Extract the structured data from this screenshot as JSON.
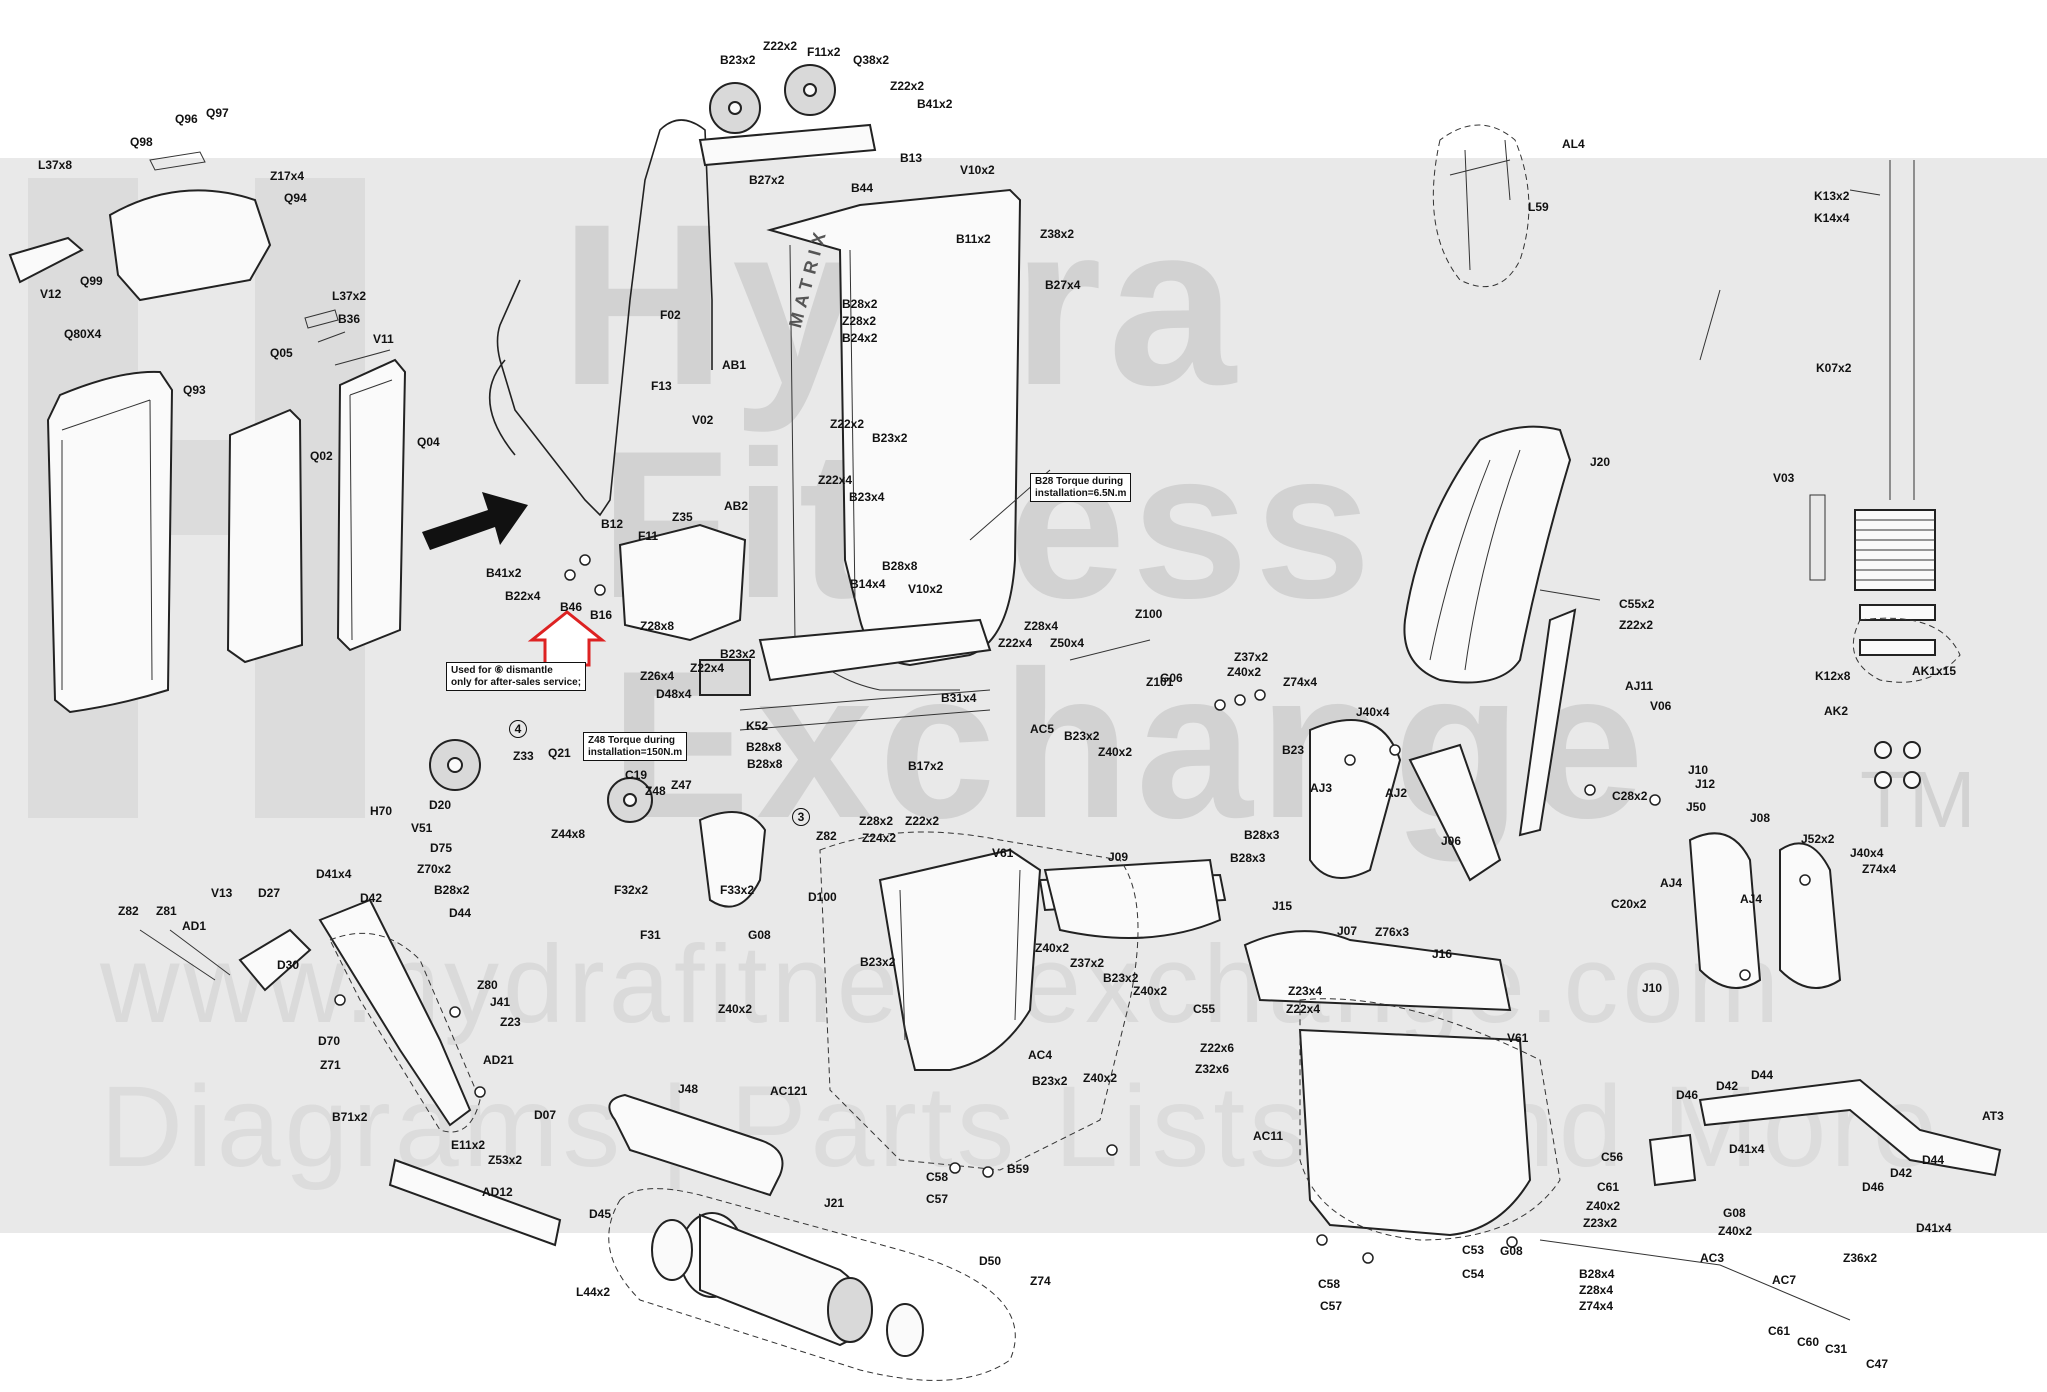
{
  "watermark": {
    "line1": "Hydra",
    "line2": "Fitness",
    "line3": "Exchange",
    "tm": "TM",
    "url": "www.hydrafitnessexchange.com",
    "tagline": "Diagrams | Parts Lists | And More"
  },
  "brand_text": "MATRIX",
  "notes": {
    "b28_torque": [
      "B28 Torque during",
      "installation=6.5N.m"
    ],
    "used_for": [
      "Used for ⑥ dismantle",
      "only for after-sales service;"
    ],
    "z48_torque": [
      "Z48 Torque during",
      "installation=150N.m"
    ]
  },
  "callouts": {
    "c4": "4",
    "c3": "3"
  },
  "labels": [
    {
      "id": "l1",
      "text": "Z22x2"
    },
    {
      "id": "l2",
      "text": "F11x2"
    },
    {
      "id": "l3",
      "text": "B23x2"
    },
    {
      "id": "l4",
      "text": "Q38x2"
    },
    {
      "id": "l5",
      "text": "Z22x2"
    },
    {
      "id": "l6",
      "text": "B41x2"
    },
    {
      "id": "l7",
      "text": "B13"
    },
    {
      "id": "l8",
      "text": "Q96"
    },
    {
      "id": "l9",
      "text": "Q97"
    },
    {
      "id": "l10",
      "text": "Q98"
    },
    {
      "id": "l11",
      "text": "L37x8"
    },
    {
      "id": "l12",
      "text": "Z17x4"
    },
    {
      "id": "l13",
      "text": "Q94"
    },
    {
      "id": "l14",
      "text": "V12"
    },
    {
      "id": "l15",
      "text": "Q99"
    },
    {
      "id": "l16",
      "text": "Q80X4"
    },
    {
      "id": "l17",
      "text": "L37x2"
    },
    {
      "id": "l18",
      "text": "B36"
    },
    {
      "id": "l19",
      "text": "Q05"
    },
    {
      "id": "l20",
      "text": "V11"
    },
    {
      "id": "l21",
      "text": "Q93"
    },
    {
      "id": "l22",
      "text": "Q02"
    },
    {
      "id": "l23",
      "text": "Q04"
    },
    {
      "id": "l24",
      "text": "B27x2"
    },
    {
      "id": "l25",
      "text": "B44"
    },
    {
      "id": "l26",
      "text": "V10x2"
    },
    {
      "id": "l27",
      "text": "B11x2"
    },
    {
      "id": "l28",
      "text": "Z38x2"
    },
    {
      "id": "l29",
      "text": "B27x4"
    },
    {
      "id": "l30",
      "text": "F02"
    },
    {
      "id": "l31",
      "text": "B28x2"
    },
    {
      "id": "l32",
      "text": "Z28x2"
    },
    {
      "id": "l33",
      "text": "B24x2"
    },
    {
      "id": "l34",
      "text": "F13"
    },
    {
      "id": "l35",
      "text": "AB1"
    },
    {
      "id": "l36",
      "text": "V02"
    },
    {
      "id": "l37",
      "text": "Z22x2"
    },
    {
      "id": "l38",
      "text": "B23x2"
    },
    {
      "id": "l39",
      "text": "Z22x4"
    },
    {
      "id": "l40",
      "text": "B23x4"
    },
    {
      "id": "l41",
      "text": "B12"
    },
    {
      "id": "l42",
      "text": "F11"
    },
    {
      "id": "l43",
      "text": "Z35"
    },
    {
      "id": "l44",
      "text": "AB2"
    },
    {
      "id": "l45",
      "text": "B41x2"
    },
    {
      "id": "l46",
      "text": "B22x4"
    },
    {
      "id": "l47",
      "text": "B46"
    },
    {
      "id": "l48",
      "text": "B16"
    },
    {
      "id": "l49",
      "text": "B28x8"
    },
    {
      "id": "l50",
      "text": "B14x4"
    },
    {
      "id": "l51",
      "text": "V10x2"
    },
    {
      "id": "l52",
      "text": "Z28x8"
    },
    {
      "id": "l53",
      "text": "B23x2"
    },
    {
      "id": "l54",
      "text": "Z22x4"
    },
    {
      "id": "l55",
      "text": "Z26x4"
    },
    {
      "id": "l56",
      "text": "D48x4"
    },
    {
      "id": "l57",
      "text": "K52"
    },
    {
      "id": "l58",
      "text": "B28x8"
    },
    {
      "id": "l59",
      "text": "B28x8"
    },
    {
      "id": "l60",
      "text": "B31x4"
    },
    {
      "id": "l61",
      "text": "B17x2"
    },
    {
      "id": "l62",
      "text": "Z100"
    },
    {
      "id": "l63",
      "text": "Z28x4"
    },
    {
      "id": "l64",
      "text": "Z22x4"
    },
    {
      "id": "l65",
      "text": "Z50x4"
    },
    {
      "id": "l66",
      "text": "Z37x2"
    },
    {
      "id": "l67",
      "text": "G06"
    },
    {
      "id": "l68",
      "text": "Z40x2"
    },
    {
      "id": "l69",
      "text": "Z101"
    },
    {
      "id": "l70",
      "text": "AC5"
    },
    {
      "id": "l71",
      "text": "B23x2"
    },
    {
      "id": "l72",
      "text": "Z40x2"
    },
    {
      "id": "l73",
      "text": "AL4"
    },
    {
      "id": "l74",
      "text": "L59"
    },
    {
      "id": "l75",
      "text": "K13x2"
    },
    {
      "id": "l76",
      "text": "K14x4"
    },
    {
      "id": "l77",
      "text": "K07x2"
    },
    {
      "id": "l78",
      "text": "V03"
    },
    {
      "id": "l79",
      "text": "AK1x15"
    },
    {
      "id": "l80",
      "text": "K12x8"
    },
    {
      "id": "l81",
      "text": "AK2"
    },
    {
      "id": "l82",
      "text": "J20"
    },
    {
      "id": "l83",
      "text": "C55x2"
    },
    {
      "id": "l84",
      "text": "Z22x2"
    },
    {
      "id": "l85",
      "text": "AJ11"
    },
    {
      "id": "l86",
      "text": "V06"
    },
    {
      "id": "l87",
      "text": "Z74x4"
    },
    {
      "id": "l88",
      "text": "J40x4"
    },
    {
      "id": "l89",
      "text": "B23"
    },
    {
      "id": "l90",
      "text": "AJ3"
    },
    {
      "id": "l91",
      "text": "AJ2"
    },
    {
      "id": "l92",
      "text": "J06"
    },
    {
      "id": "l93",
      "text": "B28x3"
    },
    {
      "id": "l94",
      "text": "B28x3"
    },
    {
      "id": "l95",
      "text": "C28x2"
    },
    {
      "id": "l96",
      "text": "J10"
    },
    {
      "id": "l97",
      "text": "J12"
    },
    {
      "id": "l98",
      "text": "J50"
    },
    {
      "id": "l99",
      "text": "J08"
    },
    {
      "id": "l100",
      "text": "J52x2"
    },
    {
      "id": "l101",
      "text": "J40x4"
    },
    {
      "id": "l102",
      "text": "Z74x4"
    },
    {
      "id": "l103",
      "text": "AJ4"
    },
    {
      "id": "l104",
      "text": "AJ4"
    },
    {
      "id": "l105",
      "text": "C20x2"
    },
    {
      "id": "l106",
      "text": "J10"
    },
    {
      "id": "l107",
      "text": "J07"
    },
    {
      "id": "l108",
      "text": "Z76x3"
    },
    {
      "id": "l109",
      "text": "J15"
    },
    {
      "id": "l110",
      "text": "J16"
    },
    {
      "id": "l111",
      "text": "Z23x4"
    },
    {
      "id": "l112",
      "text": "Z22x4"
    },
    {
      "id": "l113",
      "text": "C55"
    },
    {
      "id": "l114",
      "text": "Z22x6"
    },
    {
      "id": "l115",
      "text": "Z32x6"
    },
    {
      "id": "l116",
      "text": "V61"
    },
    {
      "id": "l117",
      "text": "AC11"
    },
    {
      "id": "l118",
      "text": "C56"
    },
    {
      "id": "l119",
      "text": "C61"
    },
    {
      "id": "l120",
      "text": "Z40x2"
    },
    {
      "id": "l121",
      "text": "Z23x2"
    },
    {
      "id": "l122",
      "text": "G08"
    },
    {
      "id": "l123",
      "text": "C53"
    },
    {
      "id": "l124",
      "text": "C54"
    },
    {
      "id": "l125",
      "text": "C58"
    },
    {
      "id": "l126",
      "text": "C57"
    },
    {
      "id": "l127",
      "text": "G08"
    },
    {
      "id": "l128",
      "text": "Z40x2"
    },
    {
      "id": "l129",
      "text": "AC3"
    },
    {
      "id": "l130",
      "text": "B28x4"
    },
    {
      "id": "l131",
      "text": "Z28x4"
    },
    {
      "id": "l132",
      "text": "Z74x4"
    },
    {
      "id": "l133",
      "text": "AC7"
    },
    {
      "id": "l134",
      "text": "Z36x2"
    },
    {
      "id": "l135",
      "text": "C61"
    },
    {
      "id": "l136",
      "text": "C60"
    },
    {
      "id": "l137",
      "text": "C31"
    },
    {
      "id": "l138",
      "text": "C47"
    },
    {
      "id": "l139",
      "text": "D46"
    },
    {
      "id": "l140",
      "text": "D42"
    },
    {
      "id": "l141",
      "text": "D44"
    },
    {
      "id": "l142",
      "text": "D41x4"
    },
    {
      "id": "l143",
      "text": "AT3"
    },
    {
      "id": "l144",
      "text": "D42"
    },
    {
      "id": "l145",
      "text": "D44"
    },
    {
      "id": "l146",
      "text": "D46"
    },
    {
      "id": "l147",
      "text": "D41x4"
    },
    {
      "id": "l148",
      "text": "J09"
    },
    {
      "id": "l149",
      "text": "V61"
    },
    {
      "id": "l150",
      "text": "Z22x2"
    },
    {
      "id": "l151",
      "text": "Z28x2"
    },
    {
      "id": "l152",
      "text": "Z24x2"
    },
    {
      "id": "l153",
      "text": "C19"
    },
    {
      "id": "l154",
      "text": "Z48"
    },
    {
      "id": "l155",
      "text": "Z47"
    },
    {
      "id": "l156",
      "text": "Z33"
    },
    {
      "id": "l157",
      "text": "Q21"
    },
    {
      "id": "l158",
      "text": "D20"
    },
    {
      "id": "l159",
      "text": "Z44x8"
    },
    {
      "id": "l160",
      "text": "Z82"
    },
    {
      "id": "l161",
      "text": "F32x2"
    },
    {
      "id": "l162",
      "text": "F33x2"
    },
    {
      "id": "l163",
      "text": "F31"
    },
    {
      "id": "l164",
      "text": "D100"
    },
    {
      "id": "l165",
      "text": "G08"
    },
    {
      "id": "l166",
      "text": "Z40x2"
    },
    {
      "id": "l167",
      "text": "B23x2"
    },
    {
      "id": "l168",
      "text": "Z40x2"
    },
    {
      "id": "l169",
      "text": "Z37x2"
    },
    {
      "id": "l170",
      "text": "B23x2"
    },
    {
      "id": "l171",
      "text": "Z40x2"
    },
    {
      "id": "l172",
      "text": "AC4"
    },
    {
      "id": "l173",
      "text": "B23x2"
    },
    {
      "id": "l174",
      "text": "Z40x2"
    },
    {
      "id": "l175",
      "text": "AC121"
    },
    {
      "id": "l176",
      "text": "C58"
    },
    {
      "id": "l177",
      "text": "C57"
    },
    {
      "id": "l178",
      "text": "B59"
    },
    {
      "id": "l179",
      "text": "J48"
    },
    {
      "id": "l180",
      "text": "J21"
    },
    {
      "id": "l181",
      "text": "D50"
    },
    {
      "id": "l182",
      "text": "Z74"
    },
    {
      "id": "l183",
      "text": "D45"
    },
    {
      "id": "l184",
      "text": "L44x2"
    },
    {
      "id": "l185",
      "text": "H70"
    },
    {
      "id": "l186",
      "text": "V51"
    },
    {
      "id": "l187",
      "text": "D75"
    },
    {
      "id": "l188",
      "text": "D41x4"
    },
    {
      "id": "l189",
      "text": "Z70x2"
    },
    {
      "id": "l190",
      "text": "B28x2"
    },
    {
      "id": "l191",
      "text": "D42"
    },
    {
      "id": "l192",
      "text": "D44"
    },
    {
      "id": "l193",
      "text": "Z82"
    },
    {
      "id": "l194",
      "text": "Z81"
    },
    {
      "id": "l195",
      "text": "V13"
    },
    {
      "id": "l196",
      "text": "D27"
    },
    {
      "id": "l197",
      "text": "AD1"
    },
    {
      "id": "l198",
      "text": "D30"
    },
    {
      "id": "l199",
      "text": "Z80"
    },
    {
      "id": "l200",
      "text": "J41"
    },
    {
      "id": "l201",
      "text": "Z23"
    },
    {
      "id": "l202",
      "text": "D70"
    },
    {
      "id": "l203",
      "text": "Z71"
    },
    {
      "id": "l204",
      "text": "AD21"
    },
    {
      "id": "l205",
      "text": "B71x2"
    },
    {
      "id": "l206",
      "text": "D07"
    },
    {
      "id": "l207",
      "text": "E11x2"
    },
    {
      "id": "l208",
      "text": "Z53x2"
    },
    {
      "id": "l209",
      "text": "AD12"
    }
  ]
}
